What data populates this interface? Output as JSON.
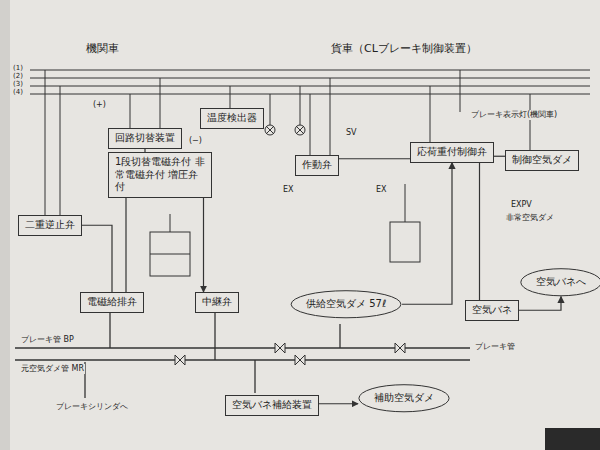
{
  "diagram": {
    "nodes": [
      {
        "text": [
          "温度検出器"
        ]
      },
      {
        "text": [
          "回路切替装置"
        ]
      },
      {
        "text": [
          "1段切替電磁弁付 非常電磁弁付 増圧弁付"
        ]
      },
      {
        "text": [
          "二重逆止弁"
        ]
      },
      {
        "text": [
          "電磁給排弁"
        ]
      },
      {
        "text": [
          "中継弁"
        ]
      },
      {
        "text": [
          "作動弁"
        ]
      },
      {
        "text": [
          "応荷重付制御弁"
        ]
      },
      {
        "text": [
          "制御空気ダメ"
        ]
      },
      {
        "text": [
          "供給空気ダメ 57ℓ"
        ]
      },
      {
        "text": [
          "補助空気ダメ"
        ]
      },
      {
        "text": [
          "空気バネ"
        ]
      },
      {
        "text": [
          "空気バネへ"
        ]
      },
      {
        "text": [
          "空気バネ補給装置"
        ]
      }
    ],
    "edges": [
      {
        "from": 1,
        "to": 2,
        "arrow": "none"
      },
      {
        "from": 2,
        "to": 5,
        "arrow": "to"
      },
      {
        "from": 4,
        "to": 2,
        "arrow": "none"
      },
      {
        "from": 3,
        "to": 4,
        "arrow": "none"
      },
      {
        "from": 6,
        "to": 7,
        "arrow": "none"
      },
      {
        "from": 7,
        "to": 8,
        "arrow": "none"
      },
      {
        "from": 9,
        "to": 7,
        "arrow": "to"
      },
      {
        "from": 13,
        "to": 10,
        "arrow": "to"
      },
      {
        "from": 7,
        "to": 11,
        "arrow": "none"
      },
      {
        "from": 11,
        "to": 12,
        "arrow": "to"
      }
    ],
    "labels": [
      "機関車",
      "貨車（CLブレーキ制御装置）",
      "(1)",
      "(2)",
      "(3)",
      "(4)",
      "(+)",
      "ブレーキ管 BP",
      "元空気ダメ管 MR",
      "ブレーキシリンダへ",
      "ブレーキ表示灯(機関車)",
      "EX",
      "SV",
      "EX",
      "EXPV",
      "ブレーキ管",
      "非常空気ダメ",
      "(−)"
    ]
  }
}
